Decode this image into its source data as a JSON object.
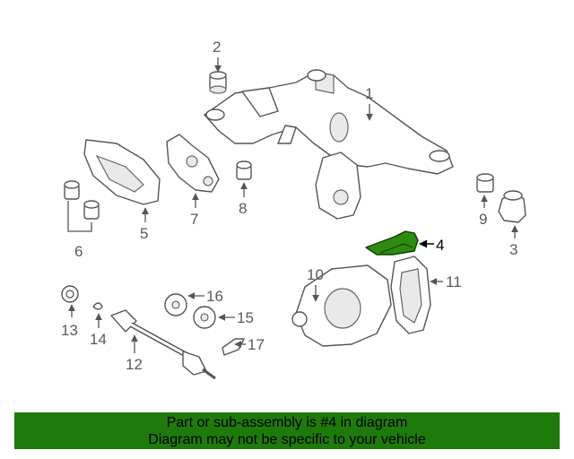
{
  "diagram": {
    "callouts": [
      "1",
      "2",
      "3",
      "4",
      "5",
      "6",
      "7",
      "8",
      "9",
      "10",
      "11",
      "12",
      "13",
      "14",
      "15",
      "16",
      "17"
    ],
    "highlighted_part": "4",
    "highlight_color": "#2e8b0f"
  },
  "banner": {
    "line1": "Part or sub-assembly is #4 in diagram",
    "line2": "Diagram may not be specific to your vehicle",
    "background_color": "#1f7a0c"
  }
}
